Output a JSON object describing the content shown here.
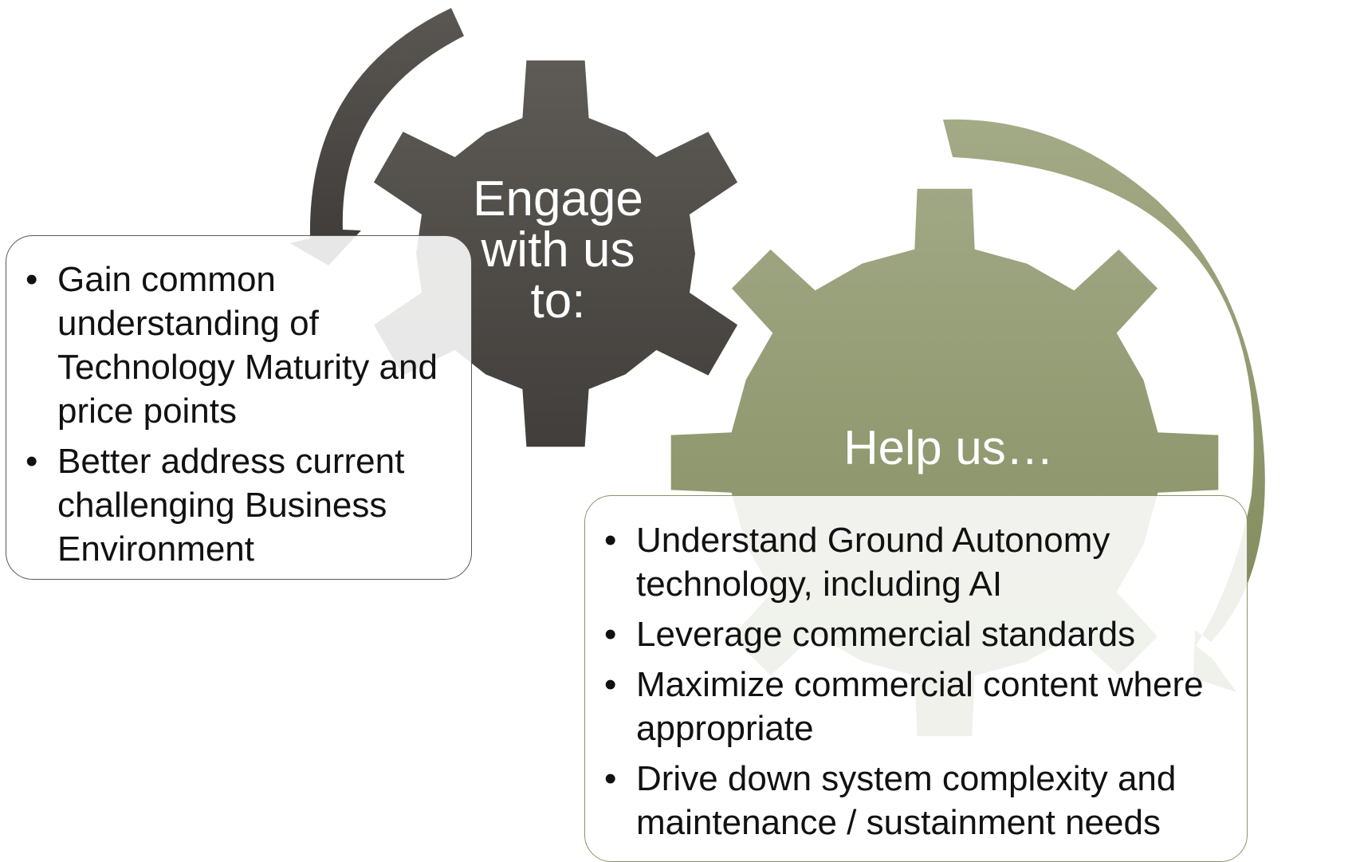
{
  "engage_gear": {
    "label_lines": [
      "Engage",
      "with us",
      "to:"
    ]
  },
  "help_gear": {
    "label": "Help us…"
  },
  "left_box": {
    "items": [
      "Gain common understanding of Technology Maturity and price points",
      "Better address current challenging Business Environment"
    ]
  },
  "right_box": {
    "items": [
      "Understand Ground Autonomy technology, including AI",
      "Leverage commercial standards",
      "Maximize commercial content where appropriate",
      "Drive down system complexity and maintenance / sustainment needs"
    ]
  },
  "colors": {
    "dark_gear": "#4f4c48",
    "olive_gear": "#8e9670",
    "dark_arrow": "#4a4744",
    "olive_arrow": "#8a9468",
    "box_border_dark": "#5a5752",
    "box_border_olive": "#8b9466"
  },
  "icons": [
    "gear-icon",
    "curved-arrow-icon"
  ]
}
